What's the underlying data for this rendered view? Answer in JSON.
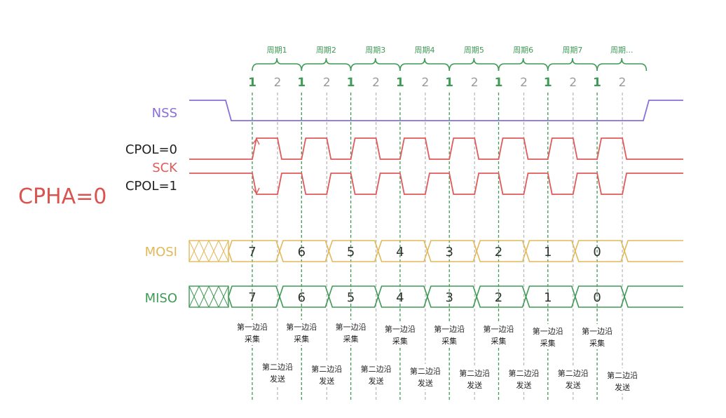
{
  "mode_label": "CPHA=0",
  "periods": [
    "周期1",
    "周期2",
    "周期3",
    "周期4",
    "周期5",
    "周期6",
    "周期7",
    "周期..."
  ],
  "edge_labels": {
    "first": "1",
    "second": "2"
  },
  "signals": {
    "nss": "NSS",
    "cpol0": "CPOL=0",
    "sck": "SCK",
    "cpol1": "CPOL=1",
    "mosi": "MOSI",
    "miso": "MISO"
  },
  "bits": [
    "7",
    "6",
    "5",
    "4",
    "3",
    "2",
    "1",
    "0"
  ],
  "sample_label": {
    "line1": "第一边沿",
    "line2": "采集"
  },
  "send_label": {
    "line1": "第二边沿",
    "line2": "发送"
  },
  "colors": {
    "nss": "#8a6fd8",
    "sck": "#e05a5a",
    "mosi": "#e2b95a",
    "miso": "#3f9a55",
    "edge1": "#3f9a55",
    "edge2": "#9a9a9a",
    "text": "#222222",
    "cpha": "#d9534f"
  }
}
